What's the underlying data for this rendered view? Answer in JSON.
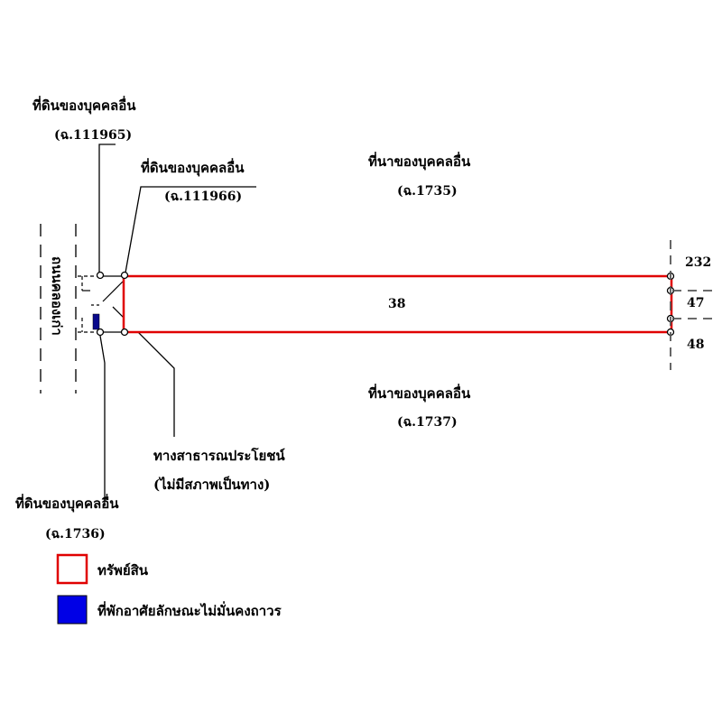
{
  "road": {
    "label": "ถนนคลองเก่า"
  },
  "parcels": {
    "top_left_1": {
      "label": "ที่ดินของบุคคลอื่น",
      "code": "(ฉ.111965)"
    },
    "top_left_2": {
      "label": "ที่ดินของบุคคลอื่น",
      "code": "(ฉ.111966)"
    },
    "top_right": {
      "label": "ที่นาของบุคคลอื่น",
      "code": "(ฉ.1735)"
    },
    "bottom_right": {
      "label": "ที่นาของบุคคลอื่น",
      "code": "(ฉ.1737)"
    },
    "bottom_left": {
      "label": "ที่ดินของบุคคลอื่น",
      "code": "(ฉ.1736)"
    }
  },
  "public_way": {
    "label": "ทางสาธารณประโยชน์",
    "note": "(ไม่มีสภาพเป็นทาง)"
  },
  "property": {
    "number": "38"
  },
  "right_side": {
    "n1": "232",
    "n2": "47",
    "n3": "48"
  },
  "legend": {
    "items": [
      {
        "label": "ทรัพย์สิน",
        "fill": "#ffffff",
        "stroke": "#e00000"
      },
      {
        "label": "ที่พักอาศัยลักษณะไม่มั่นคงถาวร",
        "fill": "#0000e6",
        "stroke": "#000000"
      }
    ]
  },
  "colors": {
    "boundary": "#e00000",
    "structure": "#0a0a8c",
    "lines": "#000000"
  }
}
